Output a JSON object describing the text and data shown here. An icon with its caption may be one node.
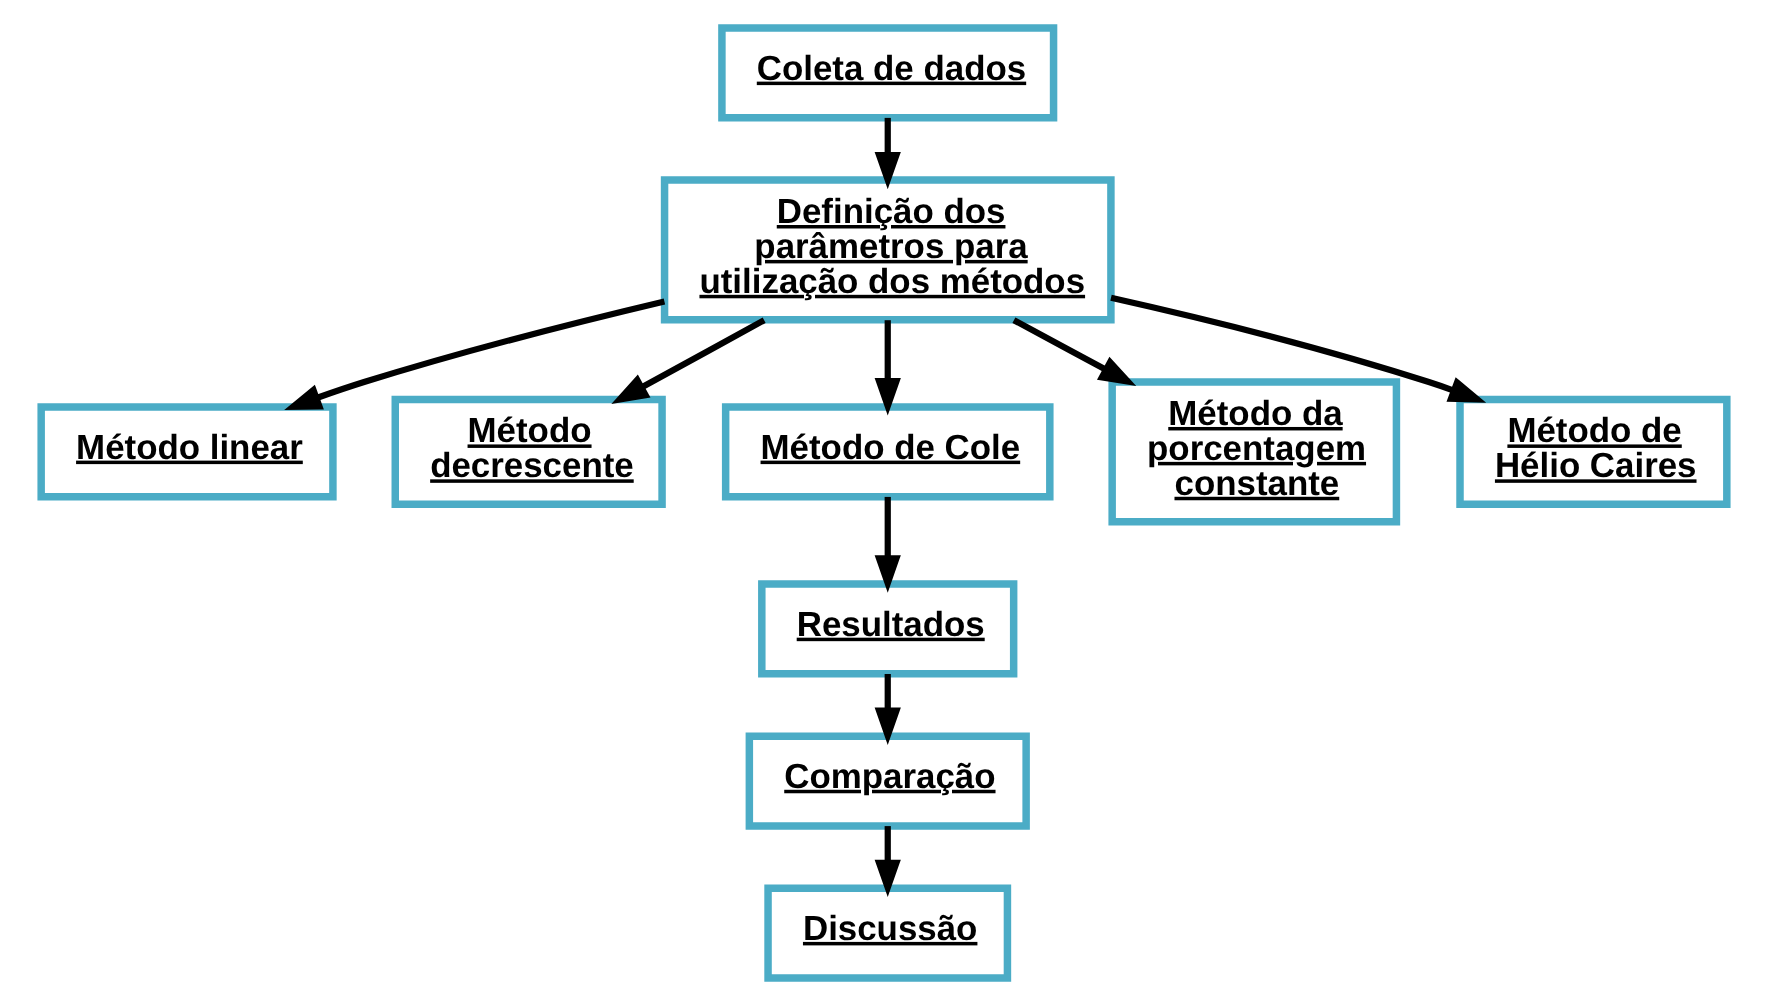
{
  "diagram": {
    "nodes": [
      {
        "text": [
          "Coleta de dados"
        ]
      },
      {
        "text": [
          "Definição dos parâmetros para utilização dos métodos"
        ]
      },
      {
        "text": [
          "Método linear"
        ]
      },
      {
        "text": [
          "Método decrescente"
        ]
      },
      {
        "text": [
          "Método de Cole"
        ]
      },
      {
        "text": [
          "Método da porcentagem constante"
        ]
      },
      {
        "text": [
          "Método de Hélio Caires"
        ]
      },
      {
        "text": [
          "Resultados"
        ]
      },
      {
        "text": [
          "Comparação"
        ]
      },
      {
        "text": [
          "Discussão"
        ]
      }
    ],
    "edges": [
      {
        "from": 0,
        "to": 1,
        "arrow": "to"
      },
      {
        "from": 1,
        "to": 2,
        "arrow": "to"
      },
      {
        "from": 1,
        "to": 3,
        "arrow": "to"
      },
      {
        "from": 1,
        "to": 4,
        "arrow": "to"
      },
      {
        "from": 1,
        "to": 5,
        "arrow": "to"
      },
      {
        "from": 1,
        "to": 6,
        "arrow": "to"
      },
      {
        "from": 4,
        "to": 7,
        "arrow": "to"
      },
      {
        "from": 7,
        "to": 8,
        "arrow": "to"
      },
      {
        "from": 8,
        "to": 9,
        "arrow": "to"
      }
    ]
  }
}
